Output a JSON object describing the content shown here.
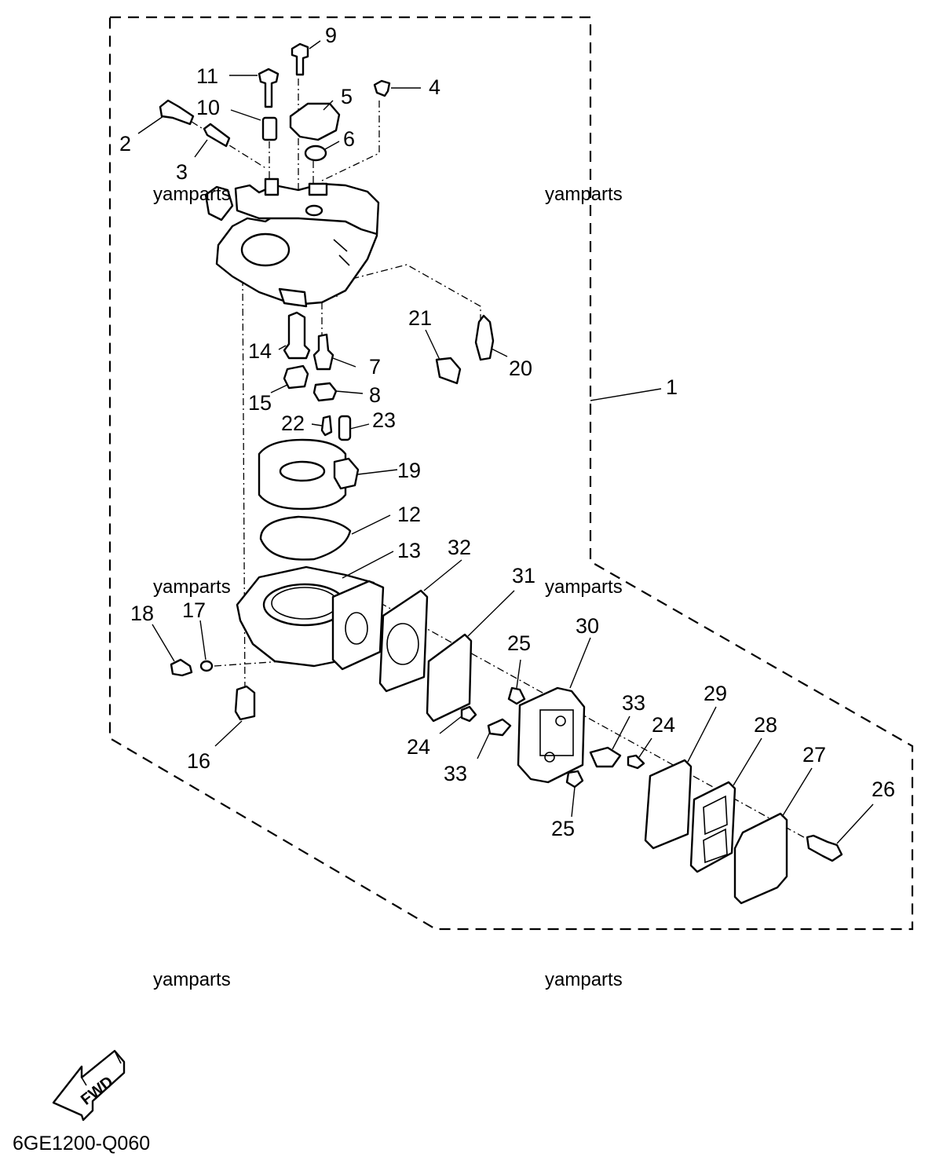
{
  "diagram": {
    "part_code": "6GE1200-Q060",
    "direction_label": "FWD",
    "watermark": "yamparts",
    "callouts": [
      {
        "id": "c1",
        "text": "1"
      },
      {
        "id": "c2",
        "text": "2"
      },
      {
        "id": "c3",
        "text": "3"
      },
      {
        "id": "c4",
        "text": "4"
      },
      {
        "id": "c5",
        "text": "5"
      },
      {
        "id": "c6",
        "text": "6"
      },
      {
        "id": "c7",
        "text": "7"
      },
      {
        "id": "c8",
        "text": "8"
      },
      {
        "id": "c9",
        "text": "9"
      },
      {
        "id": "c10",
        "text": "10"
      },
      {
        "id": "c11",
        "text": "11"
      },
      {
        "id": "c12",
        "text": "12"
      },
      {
        "id": "c13",
        "text": "13"
      },
      {
        "id": "c14",
        "text": "14"
      },
      {
        "id": "c15",
        "text": "15"
      },
      {
        "id": "c16",
        "text": "16"
      },
      {
        "id": "c17",
        "text": "17"
      },
      {
        "id": "c18",
        "text": "18"
      },
      {
        "id": "c19",
        "text": "19"
      },
      {
        "id": "c20",
        "text": "20"
      },
      {
        "id": "c21",
        "text": "21"
      },
      {
        "id": "c22",
        "text": "22"
      },
      {
        "id": "c23",
        "text": "23"
      },
      {
        "id": "c24a",
        "text": "24"
      },
      {
        "id": "c24b",
        "text": "24"
      },
      {
        "id": "c25a",
        "text": "25"
      },
      {
        "id": "c25b",
        "text": "25"
      },
      {
        "id": "c26",
        "text": "26"
      },
      {
        "id": "c27",
        "text": "27"
      },
      {
        "id": "c28",
        "text": "28"
      },
      {
        "id": "c29",
        "text": "29"
      },
      {
        "id": "c30",
        "text": "30"
      },
      {
        "id": "c31",
        "text": "31"
      },
      {
        "id": "c32",
        "text": "32"
      },
      {
        "id": "c33a",
        "text": "33"
      },
      {
        "id": "c33b",
        "text": "33"
      }
    ]
  }
}
